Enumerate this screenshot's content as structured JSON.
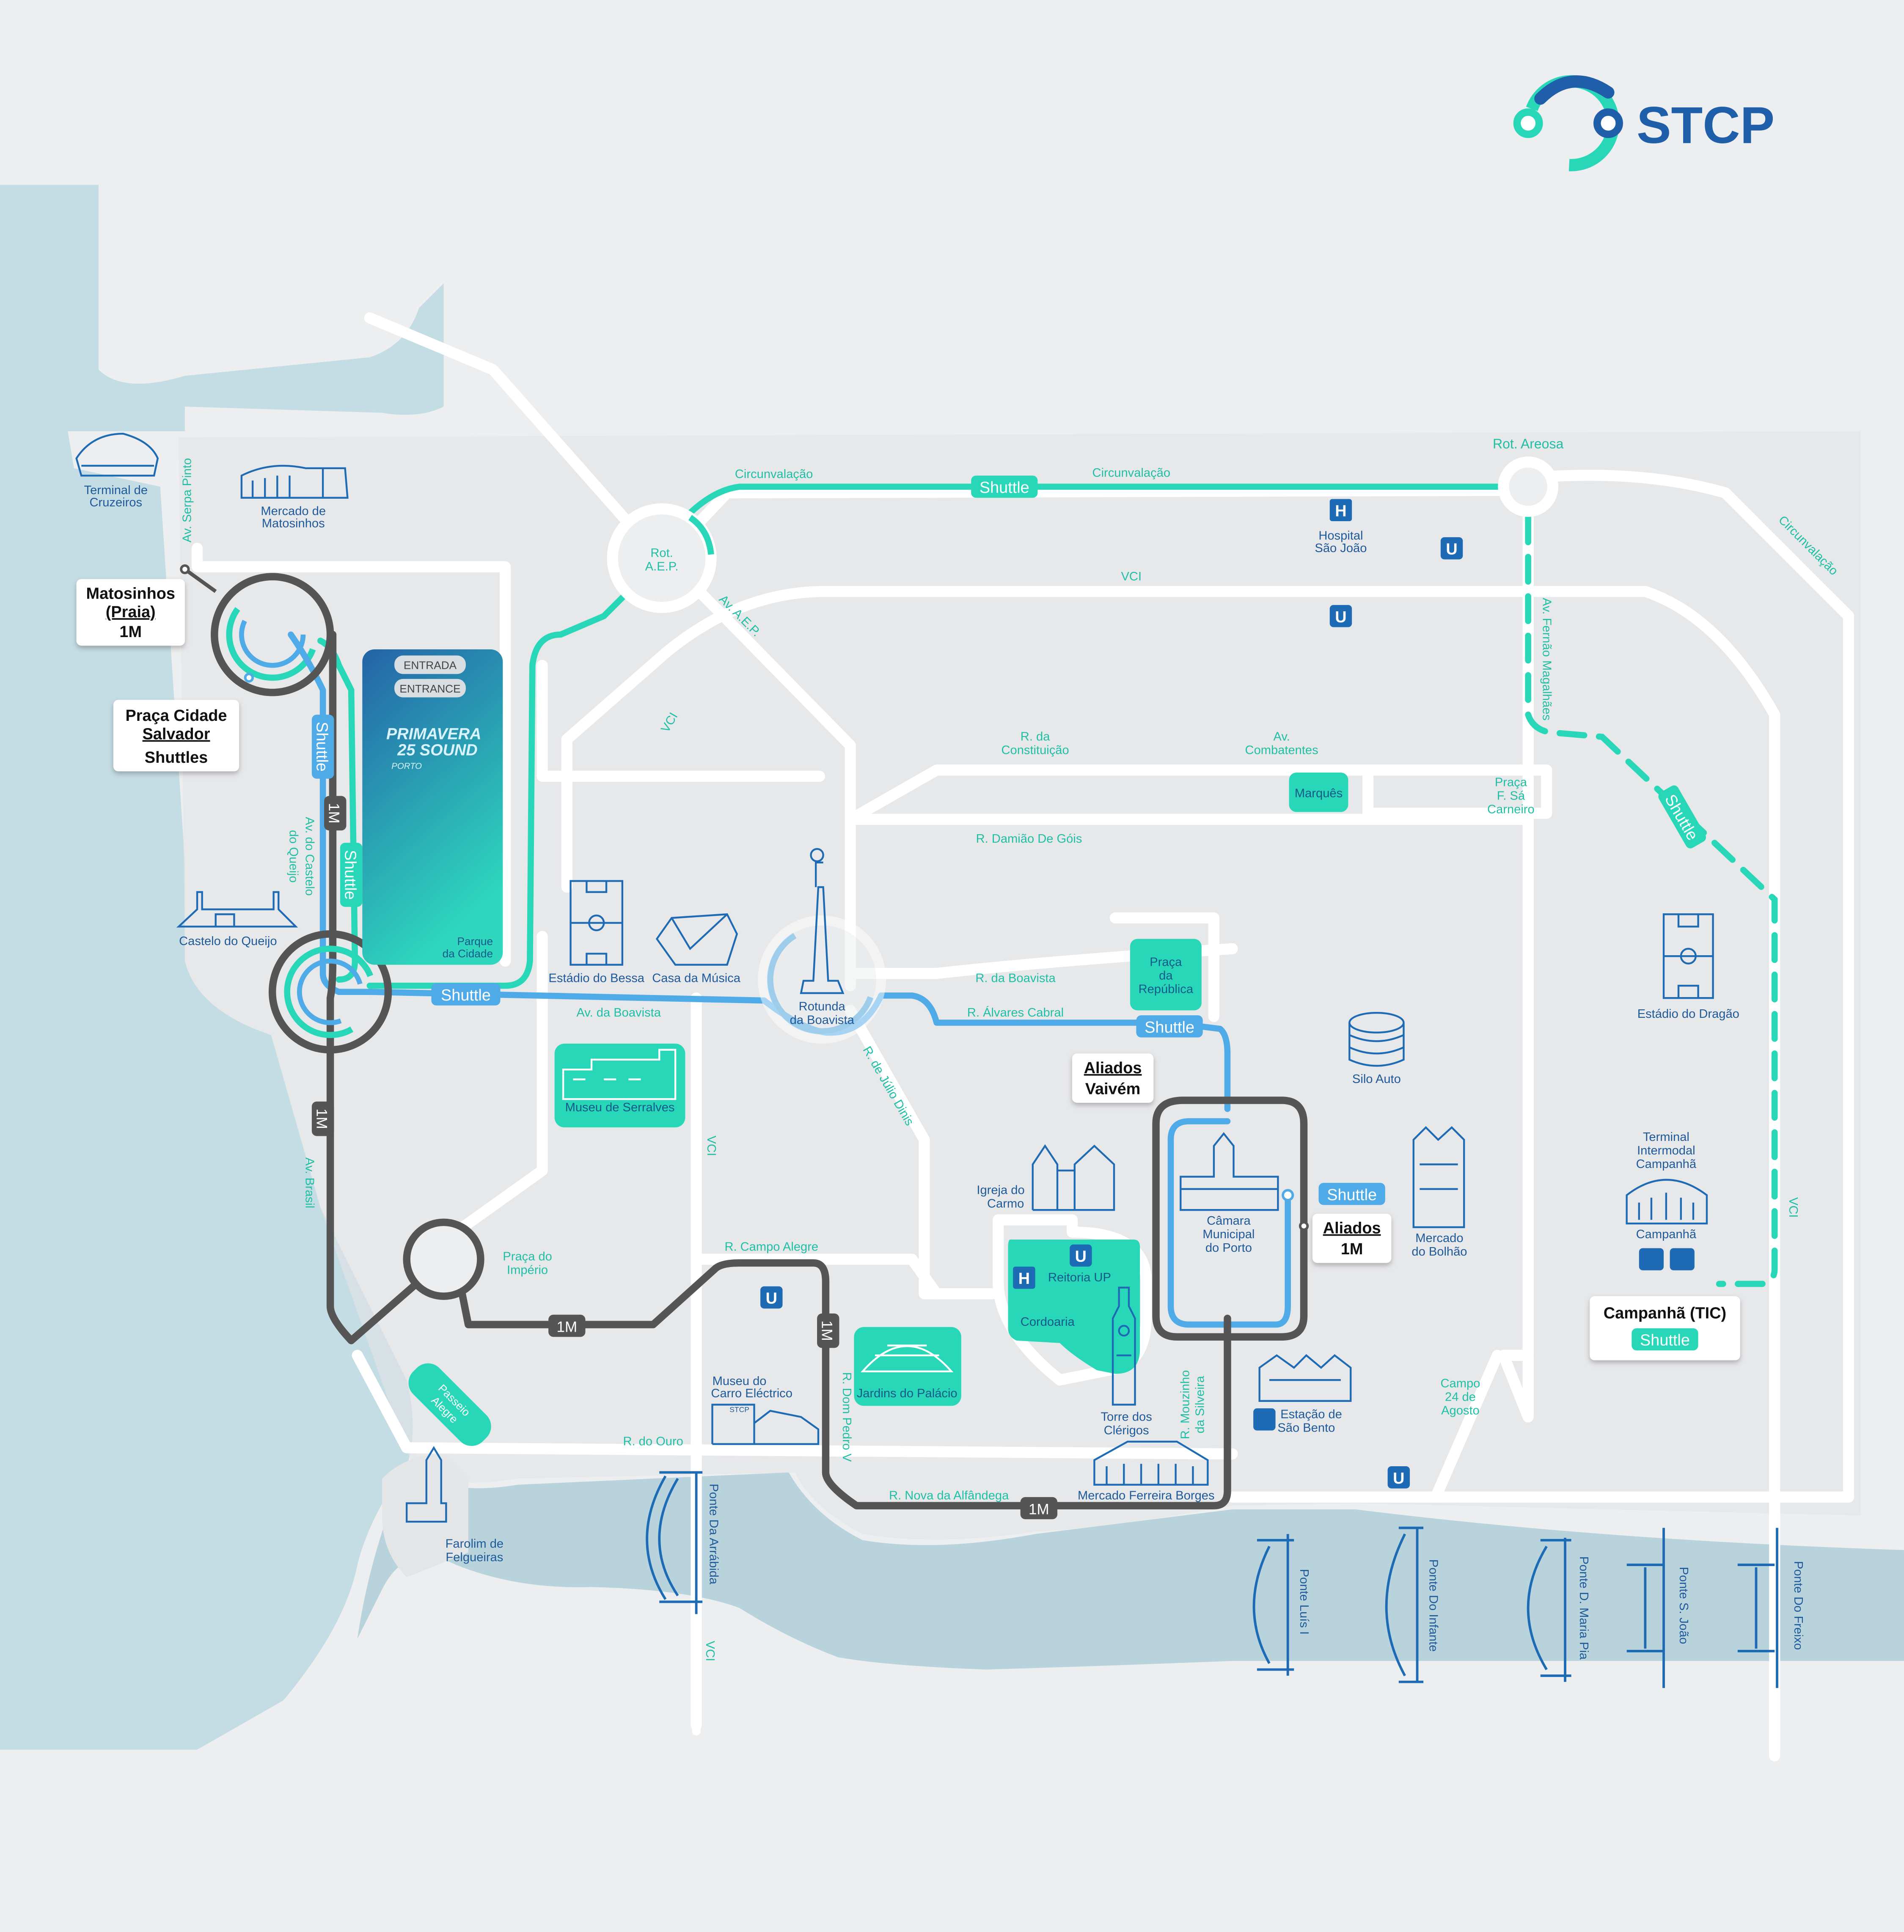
{
  "brand": {
    "name": "STCP",
    "color_dark": "#1f5faa",
    "color_teal": "#28d7b8"
  },
  "colors": {
    "background": "#eceeef",
    "water": "#b8d3dc",
    "land": "#e6e7e8",
    "road": "#ffffff",
    "teal_line": "#28d7b8",
    "blue_line": "#4faae8",
    "dark_line": "#555555",
    "label_teal": "#1fbfa6",
    "icon_blue": "#1e6bb5"
  },
  "legend_stops": {
    "matosinhos": [
      "Matosinhos",
      "(Praia)",
      "1M"
    ],
    "praca_cidade": [
      "Praça Cidade",
      "Salvador",
      "Shuttles"
    ],
    "aliados_vaivem": [
      "Aliados",
      "Vaivém"
    ],
    "aliados_1m": [
      "Aliados",
      "1M"
    ],
    "campanha": [
      "Campanhã (TIC)",
      "Shuttle"
    ]
  },
  "venue": {
    "entrada": "ENTRADA",
    "entrance": "ENTRANCE",
    "logo": [
      "PRIMAVERA",
      "25 SOUND",
      "PORTO"
    ],
    "park": [
      "Parque",
      "da Cidade"
    ]
  },
  "line_labels": {
    "shuttle": "Shuttle",
    "route_1m": "1M"
  },
  "streets": {
    "circunvalacao": "Circunvalação",
    "vci": "VCI",
    "av_aep": "Av. A.E.P.",
    "serpa_pinto": "Av. Serpa Pinto",
    "castelo_queijo": [
      "Av. do Castelo",
      "do Queijo"
    ],
    "av_brasil": "Av. Brasil",
    "av_boavista": "Av. da Boavista",
    "r_boavista": "R. da Boavista",
    "alvares_cabral": "R. Álvares Cabral",
    "julio_dinis": "R. de Júlio Dinis",
    "damiao_gois": "R. Damião De Góis",
    "constituicao": [
      "R. da",
      "Constituição"
    ],
    "combatentes": [
      "Av.",
      "Combatentes"
    ],
    "fernao_magalhaes": "Av. Fernão Magalhães",
    "campo_alegre": "R. Campo Alegre",
    "dom_pedro": "R. Dom Pedro V",
    "r_ouro": "R. do Ouro",
    "nova_alfandega": "R. Nova da Alfândega",
    "mouzinho": [
      "R. Mouzinho",
      "da Silveira"
    ],
    "campo_24": [
      "Campo",
      "24 de",
      "Agosto"
    ],
    "praca_sa_carneiro": [
      "Praça",
      "F. Sá",
      "Carneiro"
    ]
  },
  "places": {
    "rot_aep": [
      "Rot.",
      "A.E.P."
    ],
    "rot_areosa": "Rot. Areosa",
    "rotunda_boavista": [
      "Rotunda",
      "da Boavista"
    ],
    "praca_imperio": [
      "Praça do",
      "Império"
    ],
    "terminal_cruzeiros": [
      "Terminal de",
      "Cruzeiros"
    ],
    "mercado_matosinhos": [
      "Mercado de",
      "Matosinhos"
    ],
    "castelo_queijo": "Castelo do Queijo",
    "hospital": [
      "Hospital",
      "São João"
    ],
    "estadio_bessa": "Estádio do Bessa",
    "casa_musica": "Casa da Música",
    "museu_serralves": "Museu de Serralves",
    "marques": "Marquês",
    "praca_republica": [
      "Praça",
      "da",
      "República"
    ],
    "silo_auto": "Silo Auto",
    "estadio_dragao": "Estádio do Dragão",
    "terminal_campanha": [
      "Terminal",
      "Intermodal",
      "Campanhã"
    ],
    "campanha": "Campanhã",
    "igreja_carmo": [
      "Igreja do",
      "Carmo"
    ],
    "camara": [
      "Câmara",
      "Municipal",
      "do Porto"
    ],
    "mercado_bolhao": [
      "Mercado",
      "do Bolhão"
    ],
    "reitoria": "Reitoria UP",
    "cordoaria": "Cordoaria",
    "torre_clerigos": [
      "Torre dos",
      "Clérigos"
    ],
    "estacao_sao_bento": [
      "Estação de",
      "São Bento"
    ],
    "mercado_ferreira": "Mercado Ferreira Borges",
    "museu_carro": [
      "Museu do",
      "Carro Eléctrico"
    ],
    "jardins_palacio": "Jardins do Palácio",
    "passeio_alegre": [
      "Passeio",
      "Alegre"
    ],
    "farolim": [
      "Farolim de",
      "Felgueiras"
    ]
  },
  "bridges": [
    "Ponte Da Arrábida",
    "Ponte Luís I",
    "Ponte Do Infante",
    "Ponte D. Maria Pia",
    "Ponte S. João",
    "Ponte Do Freixo"
  ],
  "icons": {
    "hospital": "H",
    "metro": "U",
    "stcp_tag": "STCP"
  }
}
